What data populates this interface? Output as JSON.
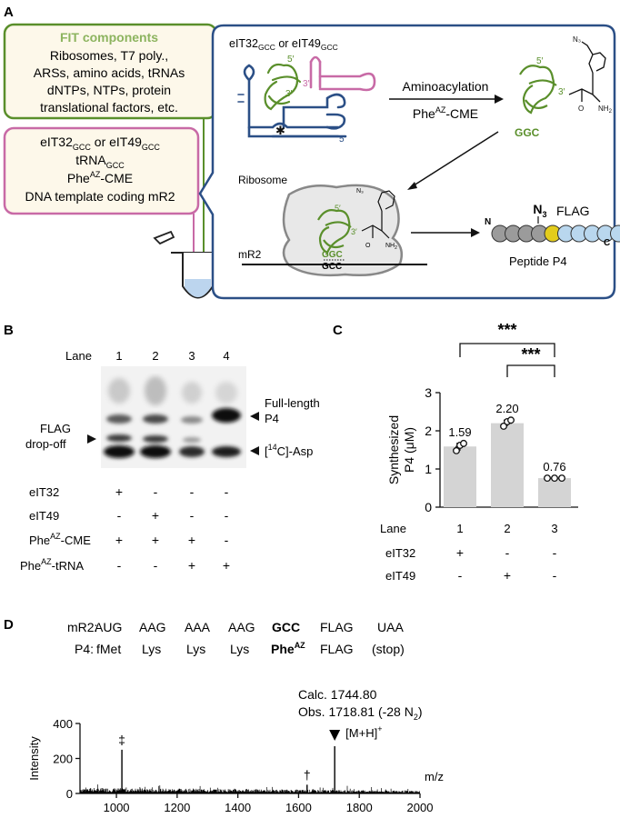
{
  "panel_a": {
    "letter": "A",
    "fit_title": "FIT  components",
    "fit_lines": [
      "Ribosomes, T7 poly.,",
      "ARSs, amino acids, tRNAs",
      "dNTPs, NTPs, protein",
      "translational factors, etc."
    ],
    "added_lines": [
      "tRNA",
      "Phe",
      "DNA template coding mR2"
    ],
    "added_line1": [
      "eIT32",
      "GCC",
      " or eIT49",
      "GCC"
    ],
    "trna_sub": "GCC",
    "phe_sup": "AZ",
    "phe_tail": "-CME",
    "ribozyme_label": [
      "eIT32",
      "GCC",
      " or eIT49",
      "GCC"
    ],
    "five_prime": "5′",
    "three_prime": "3′",
    "aminoacylation": "Aminoacylation",
    "phe_label": "Phe",
    "ggc": "GGC",
    "gcc": "GCC",
    "ribosome": "Ribosome",
    "mr2": "mR2",
    "n3": "N",
    "n3_sub": "3",
    "flag": "FLAG",
    "n_term": "N",
    "c_term": "C",
    "peptide": "Peptide P4",
    "nh2": "NH",
    "nh2_sub": "2",
    "o": "O",
    "n3_mol": "N₃",
    "star": "✱",
    "colors": {
      "green": "#5a8f2b",
      "pink": "#c86aa6",
      "navy": "#2b4f86",
      "cream": "#fdf8ea",
      "yellow": "#e3cc1c",
      "lightblue": "#b9d7ee",
      "grey": "#9b9b9b"
    }
  },
  "panel_b": {
    "letter": "B",
    "lane_label": "Lane",
    "lanes": [
      "1",
      "2",
      "3",
      "4"
    ],
    "right_labels": [
      "Full-length",
      "P4"
    ],
    "asp_label": [
      "[",
      "14",
      "C]-Asp"
    ],
    "left_labels": [
      "FLAG",
      "drop-off"
    ],
    "rows": [
      {
        "label": "eIT32",
        "marks": [
          "+",
          "-",
          "-",
          "-"
        ]
      },
      {
        "label": "eIT49",
        "marks": [
          "-",
          "+",
          "-",
          "-"
        ]
      },
      {
        "label": "Phe",
        "sup": "AZ",
        "tail": "-CME",
        "marks": [
          "+",
          "+",
          "+",
          "-"
        ]
      },
      {
        "label": "Phe",
        "sup": "AZ",
        "tail": "-tRNA",
        "marks": [
          "-",
          "-",
          "+",
          "+"
        ]
      }
    ]
  },
  "panel_c": {
    "letter": "C",
    "lane_label": "Lane",
    "sig1": "***",
    "sig2": "***",
    "rows": [
      {
        "label": "eIT32",
        "marks": [
          "+",
          "-",
          "-"
        ]
      },
      {
        "label": "eIT49",
        "marks": [
          "-",
          "+",
          "-"
        ]
      }
    ]
  },
  "panel_d": {
    "letter": "D",
    "mr2_label": "mR2:",
    "codons": [
      "AUG",
      "AAG",
      "AAA",
      "AAG",
      "GCC",
      "FLAG",
      "UAA"
    ],
    "p4_label": "P4:",
    "residues": [
      "fMet",
      "Lys",
      "Lys",
      "Lys",
      "Phe",
      "FLAG",
      "(stop)"
    ],
    "phe_sup": "AZ",
    "calc": "Calc. 1744.80",
    "obs": "Obs. 1718.81 (-28 N",
    "obs_sub": "2",
    "obs_close": ")",
    "dagger_double": "‡",
    "dagger": "†",
    "mh": "[M+H]",
    "mh_sup": "+"
  },
  "chart_data": [
    {
      "type": "bar",
      "panel": "C",
      "categories": [
        "1",
        "2",
        "3"
      ],
      "values": [
        1.59,
        2.2,
        0.76
      ],
      "value_labels": [
        "1.59",
        "2.20",
        "0.76"
      ],
      "replicates": [
        [
          1.48,
          1.62,
          1.67
        ],
        [
          2.12,
          2.24,
          2.28
        ],
        [
          0.76,
          0.76,
          0.76
        ]
      ],
      "ylabel": "Synthesized P4 (μM)",
      "ylim": [
        0,
        3
      ],
      "yticks": [
        0,
        1,
        2,
        3
      ],
      "grid": false,
      "bar_color": "#d4d4d4"
    },
    {
      "type": "line",
      "panel": "D",
      "xlabel": "m/z",
      "ylabel": "Intensity",
      "xlim": [
        880,
        2000
      ],
      "ylim": [
        0,
        400
      ],
      "xticks": [
        1000,
        1200,
        1400,
        1600,
        1800,
        2000
      ],
      "yticks": [
        0,
        200,
        400
      ],
      "peaks": [
        {
          "x": 1018,
          "y": 250,
          "label": "‡"
        },
        {
          "x": 1628,
          "y": 50,
          "label": "†"
        },
        {
          "x": 1719,
          "y": 270,
          "label": "[M+H]+"
        }
      ],
      "noise_level": 25,
      "line_color": "#000000"
    }
  ]
}
